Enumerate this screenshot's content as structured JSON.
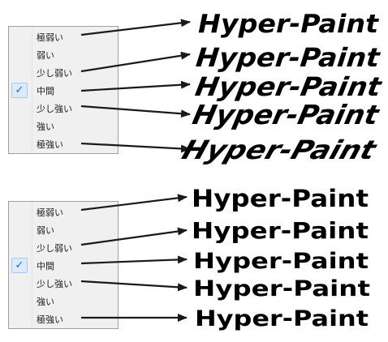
{
  "menus": [
    {
      "items": [
        {
          "label": "極弱い",
          "checked": false
        },
        {
          "label": "弱い",
          "checked": false
        },
        {
          "label": "少し弱い",
          "checked": false
        },
        {
          "label": "中間",
          "checked": true
        },
        {
          "label": "少し強い",
          "checked": false
        },
        {
          "label": "強い",
          "checked": false
        },
        {
          "label": "極強い",
          "checked": false
        }
      ]
    },
    {
      "items": [
        {
          "label": "極弱い",
          "checked": false
        },
        {
          "label": "弱い",
          "checked": false
        },
        {
          "label": "少し弱い",
          "checked": false
        },
        {
          "label": "中間",
          "checked": true
        },
        {
          "label": "少し強い",
          "checked": false
        },
        {
          "label": "強い",
          "checked": false
        },
        {
          "label": "極強い",
          "checked": false
        }
      ]
    }
  ],
  "check_glyph": "✓",
  "samples": {
    "top": [
      "Hyper-Paint",
      "Hyper-Paint",
      "Hyper-Paint",
      "Hyper-Paint",
      "Hyper-Paint"
    ],
    "bottom": [
      "Hyper-Paint",
      "Hyper-Paint",
      "Hyper-Paint",
      "Hyper-Paint",
      "Hyper-Paint"
    ]
  },
  "colors": {
    "arrow": "#1a1a1a",
    "check": "#2a64c8"
  }
}
